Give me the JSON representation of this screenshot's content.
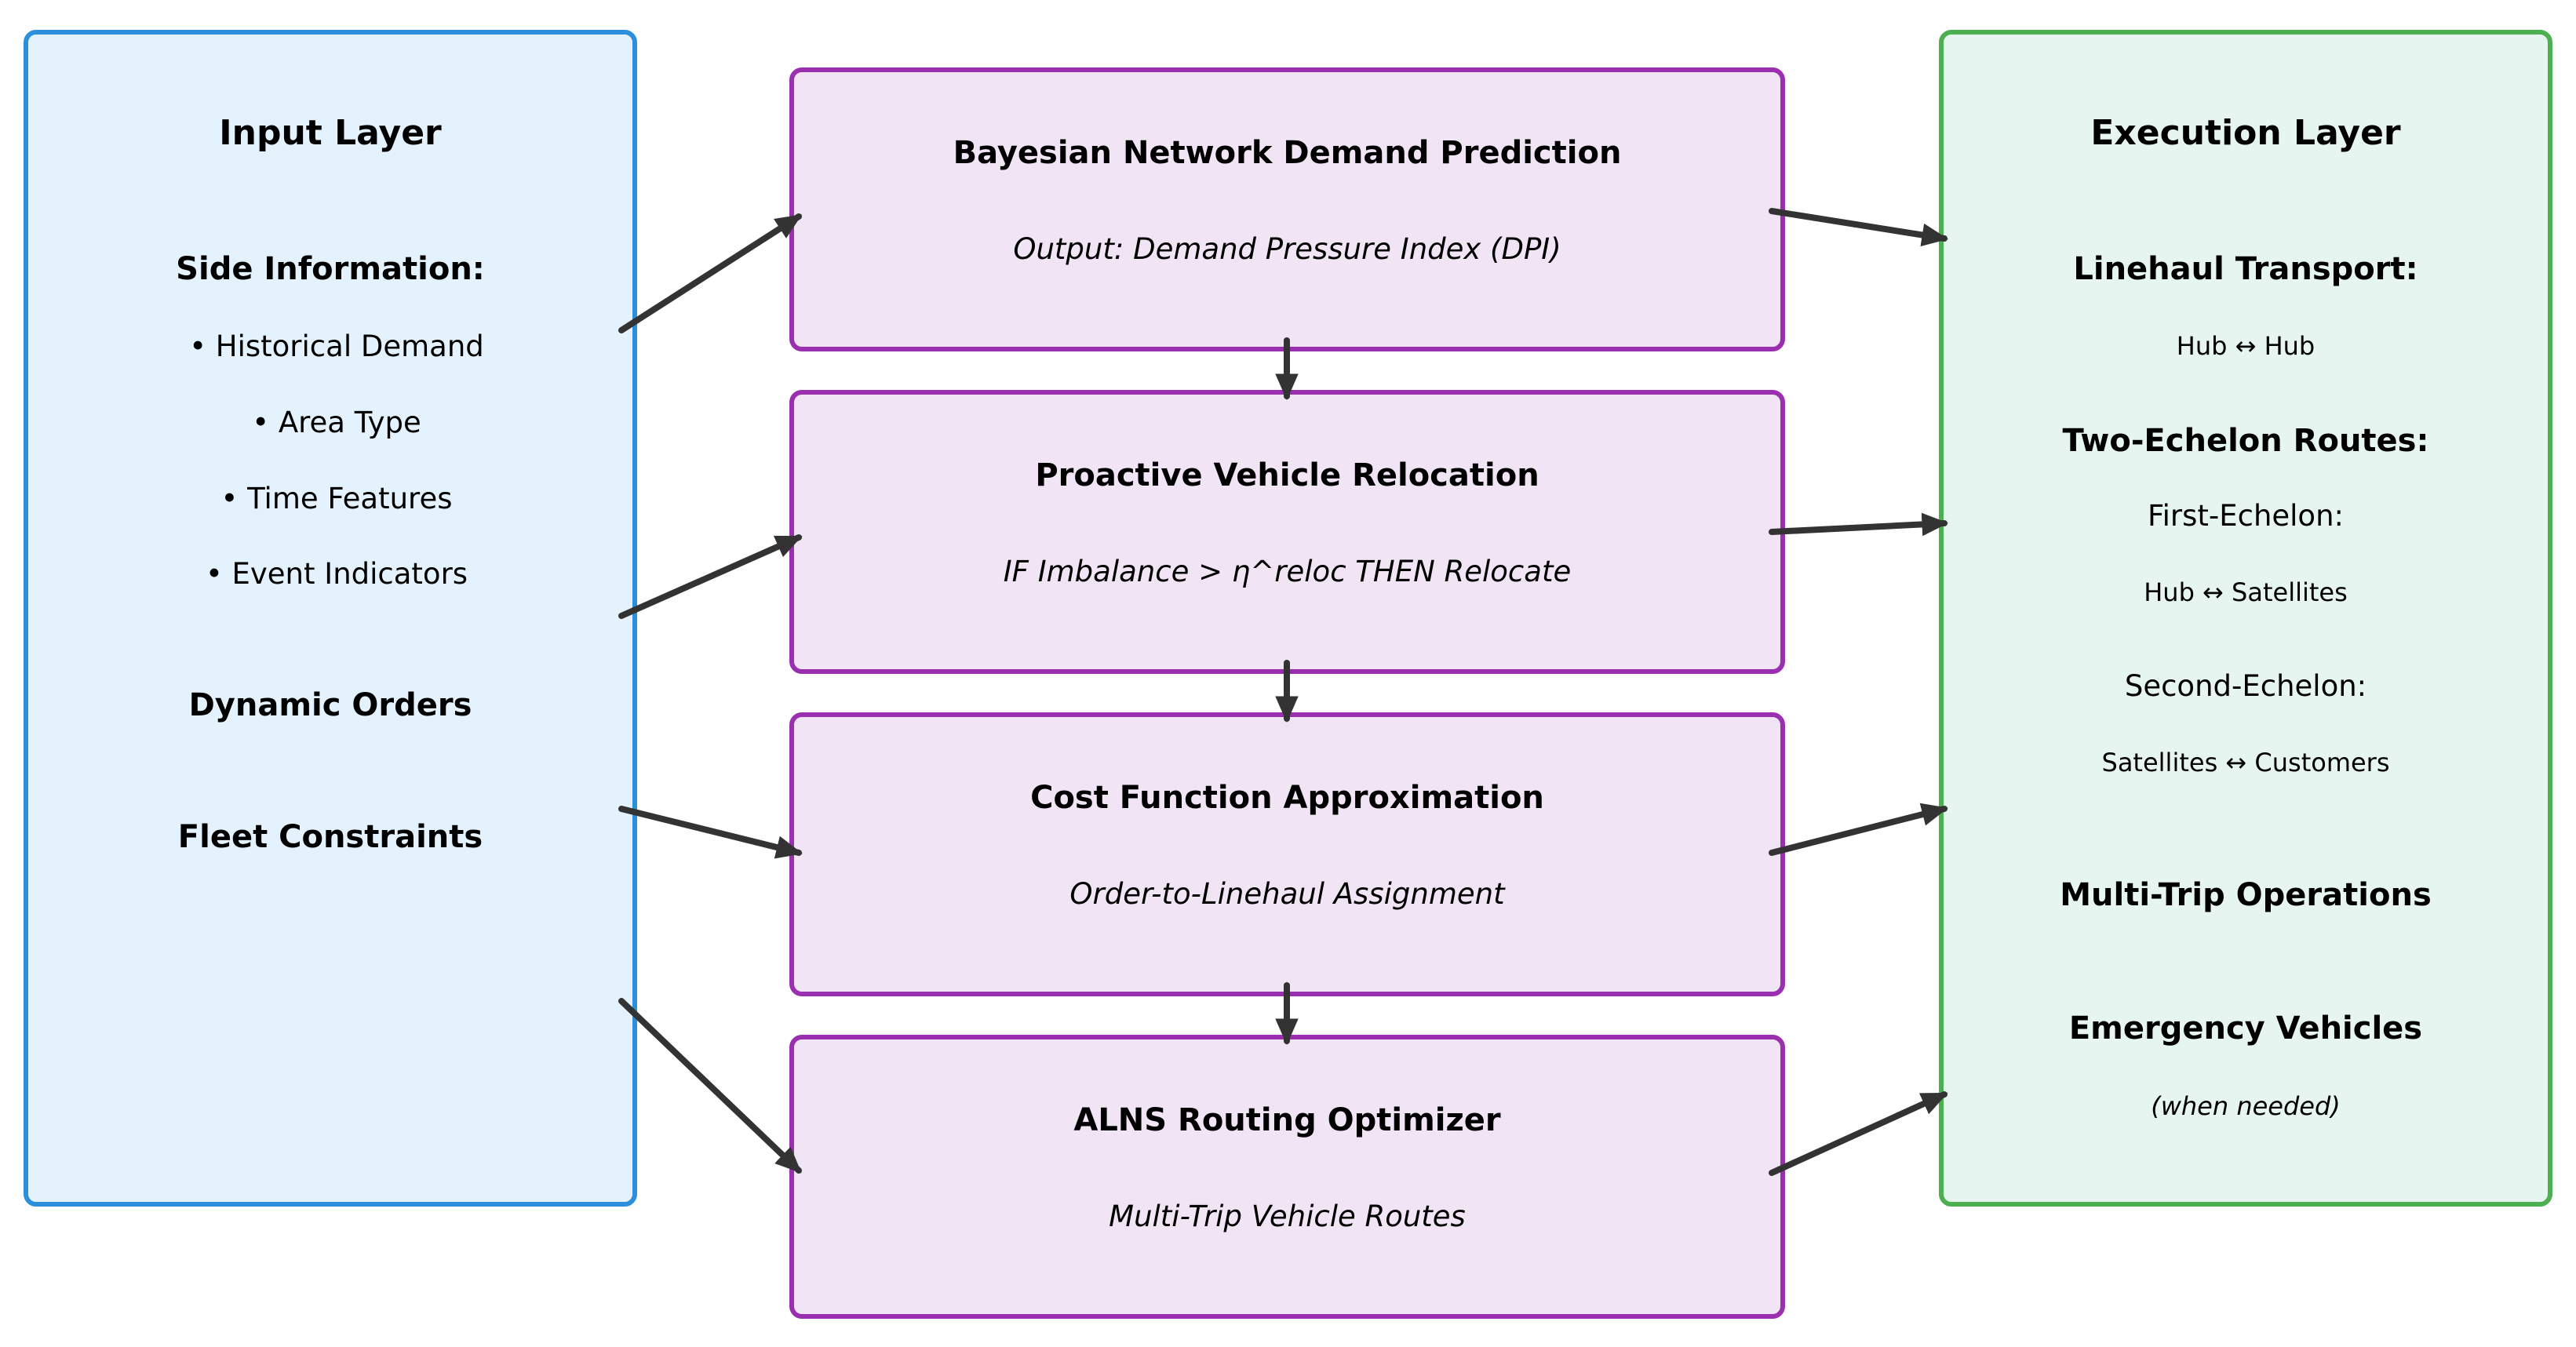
{
  "input_layer": {
    "title": "Input Layer",
    "side_info_heading": "Side Information:",
    "side_info_items": [
      "• Historical Demand",
      "• Area Type",
      "• Time Features",
      "• Event Indicators"
    ],
    "dynamic_orders": "Dynamic Orders",
    "fleet_constraints": "Fleet Constraints"
  },
  "pipeline": [
    {
      "title": "Bayesian Network Demand Prediction",
      "subtitle": "Output: Demand Pressure Index (DPI)"
    },
    {
      "title": "Proactive Vehicle Relocation",
      "subtitle": "IF Imbalance > η^reloc THEN Relocate"
    },
    {
      "title": "Cost Function Approximation",
      "subtitle": "Order-to-Linehaul Assignment"
    },
    {
      "title": "ALNS Routing Optimizer",
      "subtitle": "Multi-Trip Vehicle Routes"
    }
  ],
  "execution_layer": {
    "title": "Execution Layer",
    "linehaul_heading": "Linehaul Transport:",
    "linehaul_detail": "Hub ↔ Hub",
    "two_echelon_heading": "Two-Echelon Routes:",
    "first_echelon_label": "First-Echelon:",
    "first_echelon_detail": "Hub ↔ Satellites",
    "second_echelon_label": "Second-Echelon:",
    "second_echelon_detail": "Satellites ↔ Customers",
    "multi_trip": "Multi-Trip Operations",
    "emergency": "Emergency Vehicles",
    "emergency_note": "(when needed)"
  },
  "colors": {
    "input_border": "#2b8fdc",
    "input_fill": "#e4f2fd",
    "process_border": "#9a2fb0",
    "process_fill": "#f1e4f5",
    "execution_border": "#4caf50",
    "execution_fill": "#e6f5f0",
    "arrow": "#333333"
  }
}
